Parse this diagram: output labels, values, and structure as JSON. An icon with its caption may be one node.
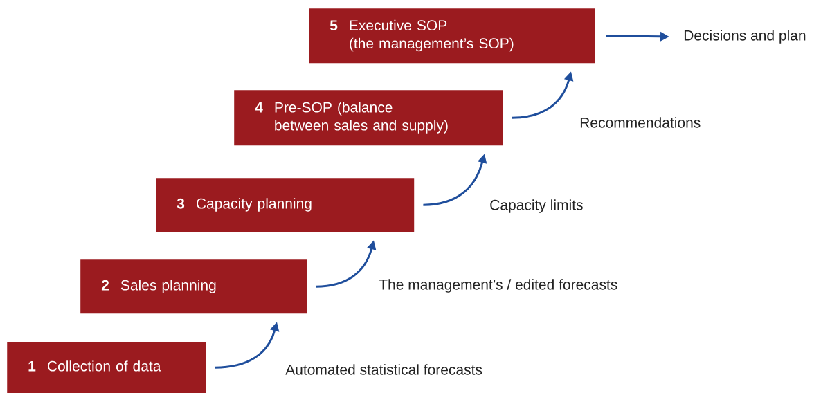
{
  "diagram": {
    "nodes": [
      {
        "text": [
          "1",
          "Collection of data"
        ]
      },
      {
        "text": [
          "2",
          "Sales planning"
        ]
      },
      {
        "text": [
          "3",
          "Capacity planning"
        ]
      },
      {
        "text": [
          "4",
          "Pre-SOP (balance between sales and supply)"
        ]
      },
      {
        "text": [
          "5",
          "Executive SOP (the management’s SOP)"
        ]
      },
      {
        "text": [
          "Decisions and plan"
        ]
      }
    ],
    "edges": [
      {
        "from": 0,
        "to": 1,
        "arrow": "to",
        "label": "Automated statistical forecasts"
      },
      {
        "from": 1,
        "to": 2,
        "arrow": "to",
        "label": "The management’s / edited forecasts"
      },
      {
        "from": 2,
        "to": 3,
        "arrow": "to",
        "label": "Capacity limits"
      },
      {
        "from": 3,
        "to": 4,
        "arrow": "to",
        "label": "Recommendations"
      },
      {
        "from": 4,
        "to": 5,
        "arrow": "to"
      }
    ]
  }
}
